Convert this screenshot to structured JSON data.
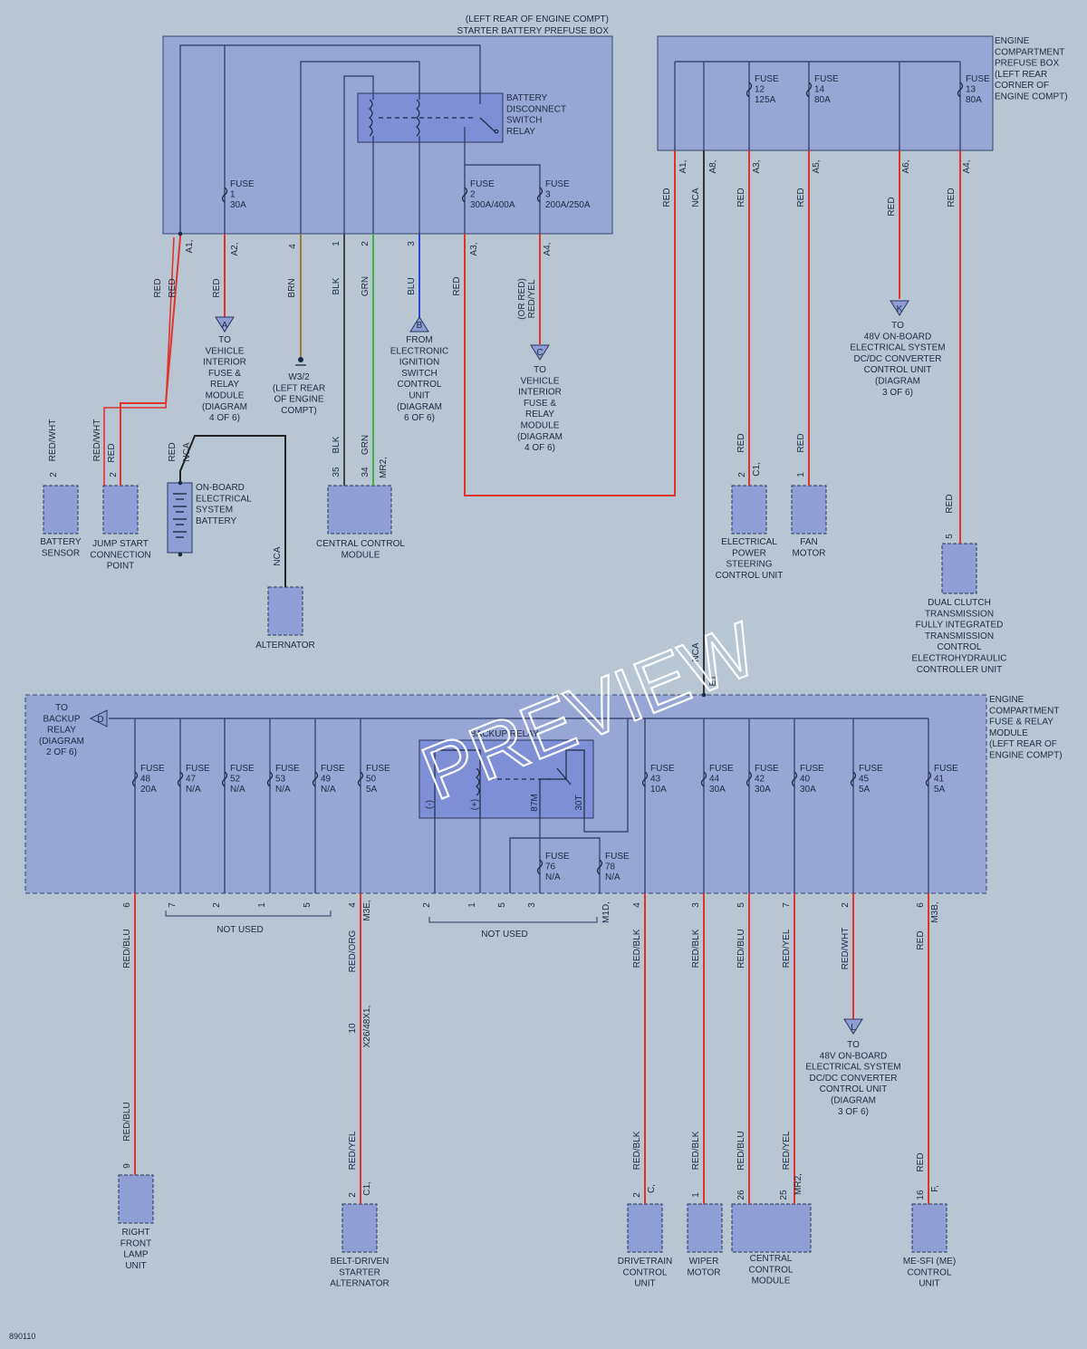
{
  "diagram_id": "890110",
  "watermark": "PREVIEW",
  "colors": {
    "background": "#b7c6d2",
    "box_fill": "#97a6d4",
    "component_fill": "#8f9fd6",
    "red": "#e0332d",
    "brown": "#9b7a3a",
    "green": "#3bb043",
    "blue": "#2b47d9",
    "black": "#222222"
  },
  "boxes": {
    "starter_prefuse_title_1": "(LEFT REAR OF ENGINE COMPT)",
    "starter_prefuse_title_2": "STARTER BATTERY PREFUSE BOX",
    "engine_prefuse": [
      "ENGINE",
      "COMPARTMENT",
      "PREFUSE BOX",
      "(LEFT REAR",
      "CORNER OF",
      "ENGINE COMPT)"
    ],
    "fuse_relay_module": [
      "ENGINE",
      "COMPARTMENT",
      "FUSE & RELAY",
      "MODULE",
      "(LEFT REAR OF",
      "ENGINE COMPT)"
    ],
    "battery_disconnect_relay": [
      "BATTERY",
      "DISCONNECT",
      "SWITCH",
      "RELAY"
    ],
    "backup_relay": "BACKUP RELAY"
  },
  "fuses_top": [
    {
      "lines": [
        "FUSE",
        "1",
        "30A"
      ]
    },
    {
      "lines": [
        "FUSE",
        "2",
        "300A/400A"
      ]
    },
    {
      "lines": [
        "FUSE",
        "3",
        "200A/250A"
      ]
    },
    {
      "lines": [
        "FUSE",
        "12",
        "125A"
      ]
    },
    {
      "lines": [
        "FUSE",
        "14",
        "80A"
      ]
    },
    {
      "lines": [
        "FUSE",
        "13",
        "80A"
      ]
    }
  ],
  "fuses_bottom": [
    {
      "lines": [
        "FUSE",
        "48",
        "20A"
      ]
    },
    {
      "lines": [
        "FUSE",
        "47",
        "N/A"
      ]
    },
    {
      "lines": [
        "FUSE",
        "52",
        "N/A"
      ]
    },
    {
      "lines": [
        "FUSE",
        "53",
        "N/A"
      ]
    },
    {
      "lines": [
        "FUSE",
        "49",
        "N/A"
      ]
    },
    {
      "lines": [
        "FUSE",
        "50",
        "5A"
      ]
    },
    {
      "lines": [
        "FUSE",
        "43",
        "10A"
      ]
    },
    {
      "lines": [
        "FUSE",
        "44",
        "30A"
      ]
    },
    {
      "lines": [
        "FUSE",
        "42",
        "30A"
      ]
    },
    {
      "lines": [
        "FUSE",
        "40",
        "30A"
      ]
    },
    {
      "lines": [
        "FUSE",
        "45",
        "5A"
      ]
    },
    {
      "lines": [
        "FUSE",
        "41",
        "5A"
      ]
    },
    {
      "lines": [
        "FUSE",
        "76",
        "N/A"
      ]
    },
    {
      "lines": [
        "FUSE",
        "78",
        "N/A"
      ]
    }
  ],
  "relay_pins": [
    "(-)",
    "(+)",
    "87M",
    "30T"
  ],
  "connectors_top": [
    "A1,",
    "A2,",
    "4",
    "1",
    "2",
    "3",
    "A3,",
    "A4,",
    "A1,",
    "A8,",
    "A3,",
    "A5,",
    "A6,",
    "A4,",
    "MR2,",
    "34",
    "35",
    "C1,",
    "2",
    "1",
    "5",
    "2",
    "2"
  ],
  "connectors_bottom": [
    "6",
    "7",
    "2",
    "1",
    "5",
    "4",
    "M3E,",
    "2",
    "1",
    "5",
    "3",
    "1D,",
    "M1D,",
    "4",
    "3",
    "5",
    "7",
    "2",
    "6",
    "M3B,",
    "E1,",
    "10",
    "X26/48X1,",
    "9",
    "2",
    "C1,",
    "2",
    "C,",
    "1",
    "26",
    "25",
    "MR2,",
    "16",
    "F,"
  ],
  "wire_colors": [
    "RED",
    "BRN",
    "BLK",
    "GRN",
    "BLU",
    "(OR RED)",
    "RED/YEL",
    "NCA",
    "RED/WHT",
    "RED/BLU",
    "RED/ORG",
    "RED/BLK"
  ],
  "offpage": [
    {
      "letter": "A",
      "lines": [
        "TO",
        "VEHICLE",
        "INTERIOR",
        "FUSE &",
        "RELAY",
        "MODULE",
        "(DIAGRAM",
        "4 OF 6)"
      ]
    },
    {
      "letter": "B",
      "lines": [
        "FROM",
        "ELECTRONIC",
        "IGNITION",
        "SWITCH",
        "CONTROL",
        "UNIT",
        "(DIAGRAM",
        "6 OF 6)"
      ]
    },
    {
      "letter": "C",
      "lines": [
        "TO",
        "VEHICLE",
        "INTERIOR",
        "FUSE &",
        "RELAY",
        "MODULE",
        "(DIAGRAM",
        "4 OF 6)"
      ]
    },
    {
      "letter": "K",
      "lines": [
        "TO",
        "48V ON-BOARD",
        "ELECTRICAL SYSTEM",
        "DC/DC CONVERTER",
        "CONTROL UNIT",
        "(DIAGRAM",
        "3 OF 6)"
      ]
    },
    {
      "letter": "D",
      "lines": [
        "TO",
        "BACKUP",
        "RELAY",
        "(DIAGRAM",
        "2 OF 6)"
      ]
    },
    {
      "letter": "L",
      "lines": [
        "TO",
        "48V ON-BOARD",
        "ELECTRICAL SYSTEM",
        "DC/DC CONVERTER",
        "CONTROL UNIT",
        "(DIAGRAM",
        "3 OF 6)"
      ]
    }
  ],
  "ground": {
    "lines": [
      "W3/2",
      "(LEFT REAR",
      "OF ENGINE",
      "COMPT)"
    ]
  },
  "components": [
    {
      "lines": [
        "BATTERY",
        "SENSOR"
      ]
    },
    {
      "lines": [
        "JUMP START",
        "CONNECTION",
        "POINT"
      ]
    },
    {
      "lines": [
        "ON-BOARD",
        "ELECTRICAL",
        "SYSTEM",
        "BATTERY"
      ]
    },
    {
      "lines": [
        "ALTERNATOR"
      ]
    },
    {
      "lines": [
        "CENTRAL CONTROL",
        "MODULE"
      ]
    },
    {
      "lines": [
        "ELECTRICAL",
        "POWER",
        "STEERING",
        "CONTROL UNIT"
      ]
    },
    {
      "lines": [
        "FAN",
        "MOTOR"
      ]
    },
    {
      "lines": [
        "DUAL CLUTCH",
        "TRANSMISSION",
        "FULLY INTEGRATED",
        "TRANSMISSION",
        "CONTROL",
        "ELECTROHYDRAULIC",
        "CONTROLLER UNIT"
      ]
    },
    {
      "lines": [
        "RIGHT",
        "FRONT",
        "LAMP",
        "UNIT"
      ]
    },
    {
      "lines": [
        "BELT-DRIVEN",
        "STARTER",
        "ALTERNATOR"
      ]
    },
    {
      "lines": [
        "DRIVETRAIN",
        "CONTROL",
        "UNIT"
      ]
    },
    {
      "lines": [
        "WIPER",
        "MOTOR"
      ]
    },
    {
      "lines": [
        "CENTRAL",
        "CONTROL",
        "MODULE"
      ]
    },
    {
      "lines": [
        "ME-SFI (ME)",
        "CONTROL",
        "UNIT"
      ]
    }
  ],
  "not_used": "NOT USED"
}
